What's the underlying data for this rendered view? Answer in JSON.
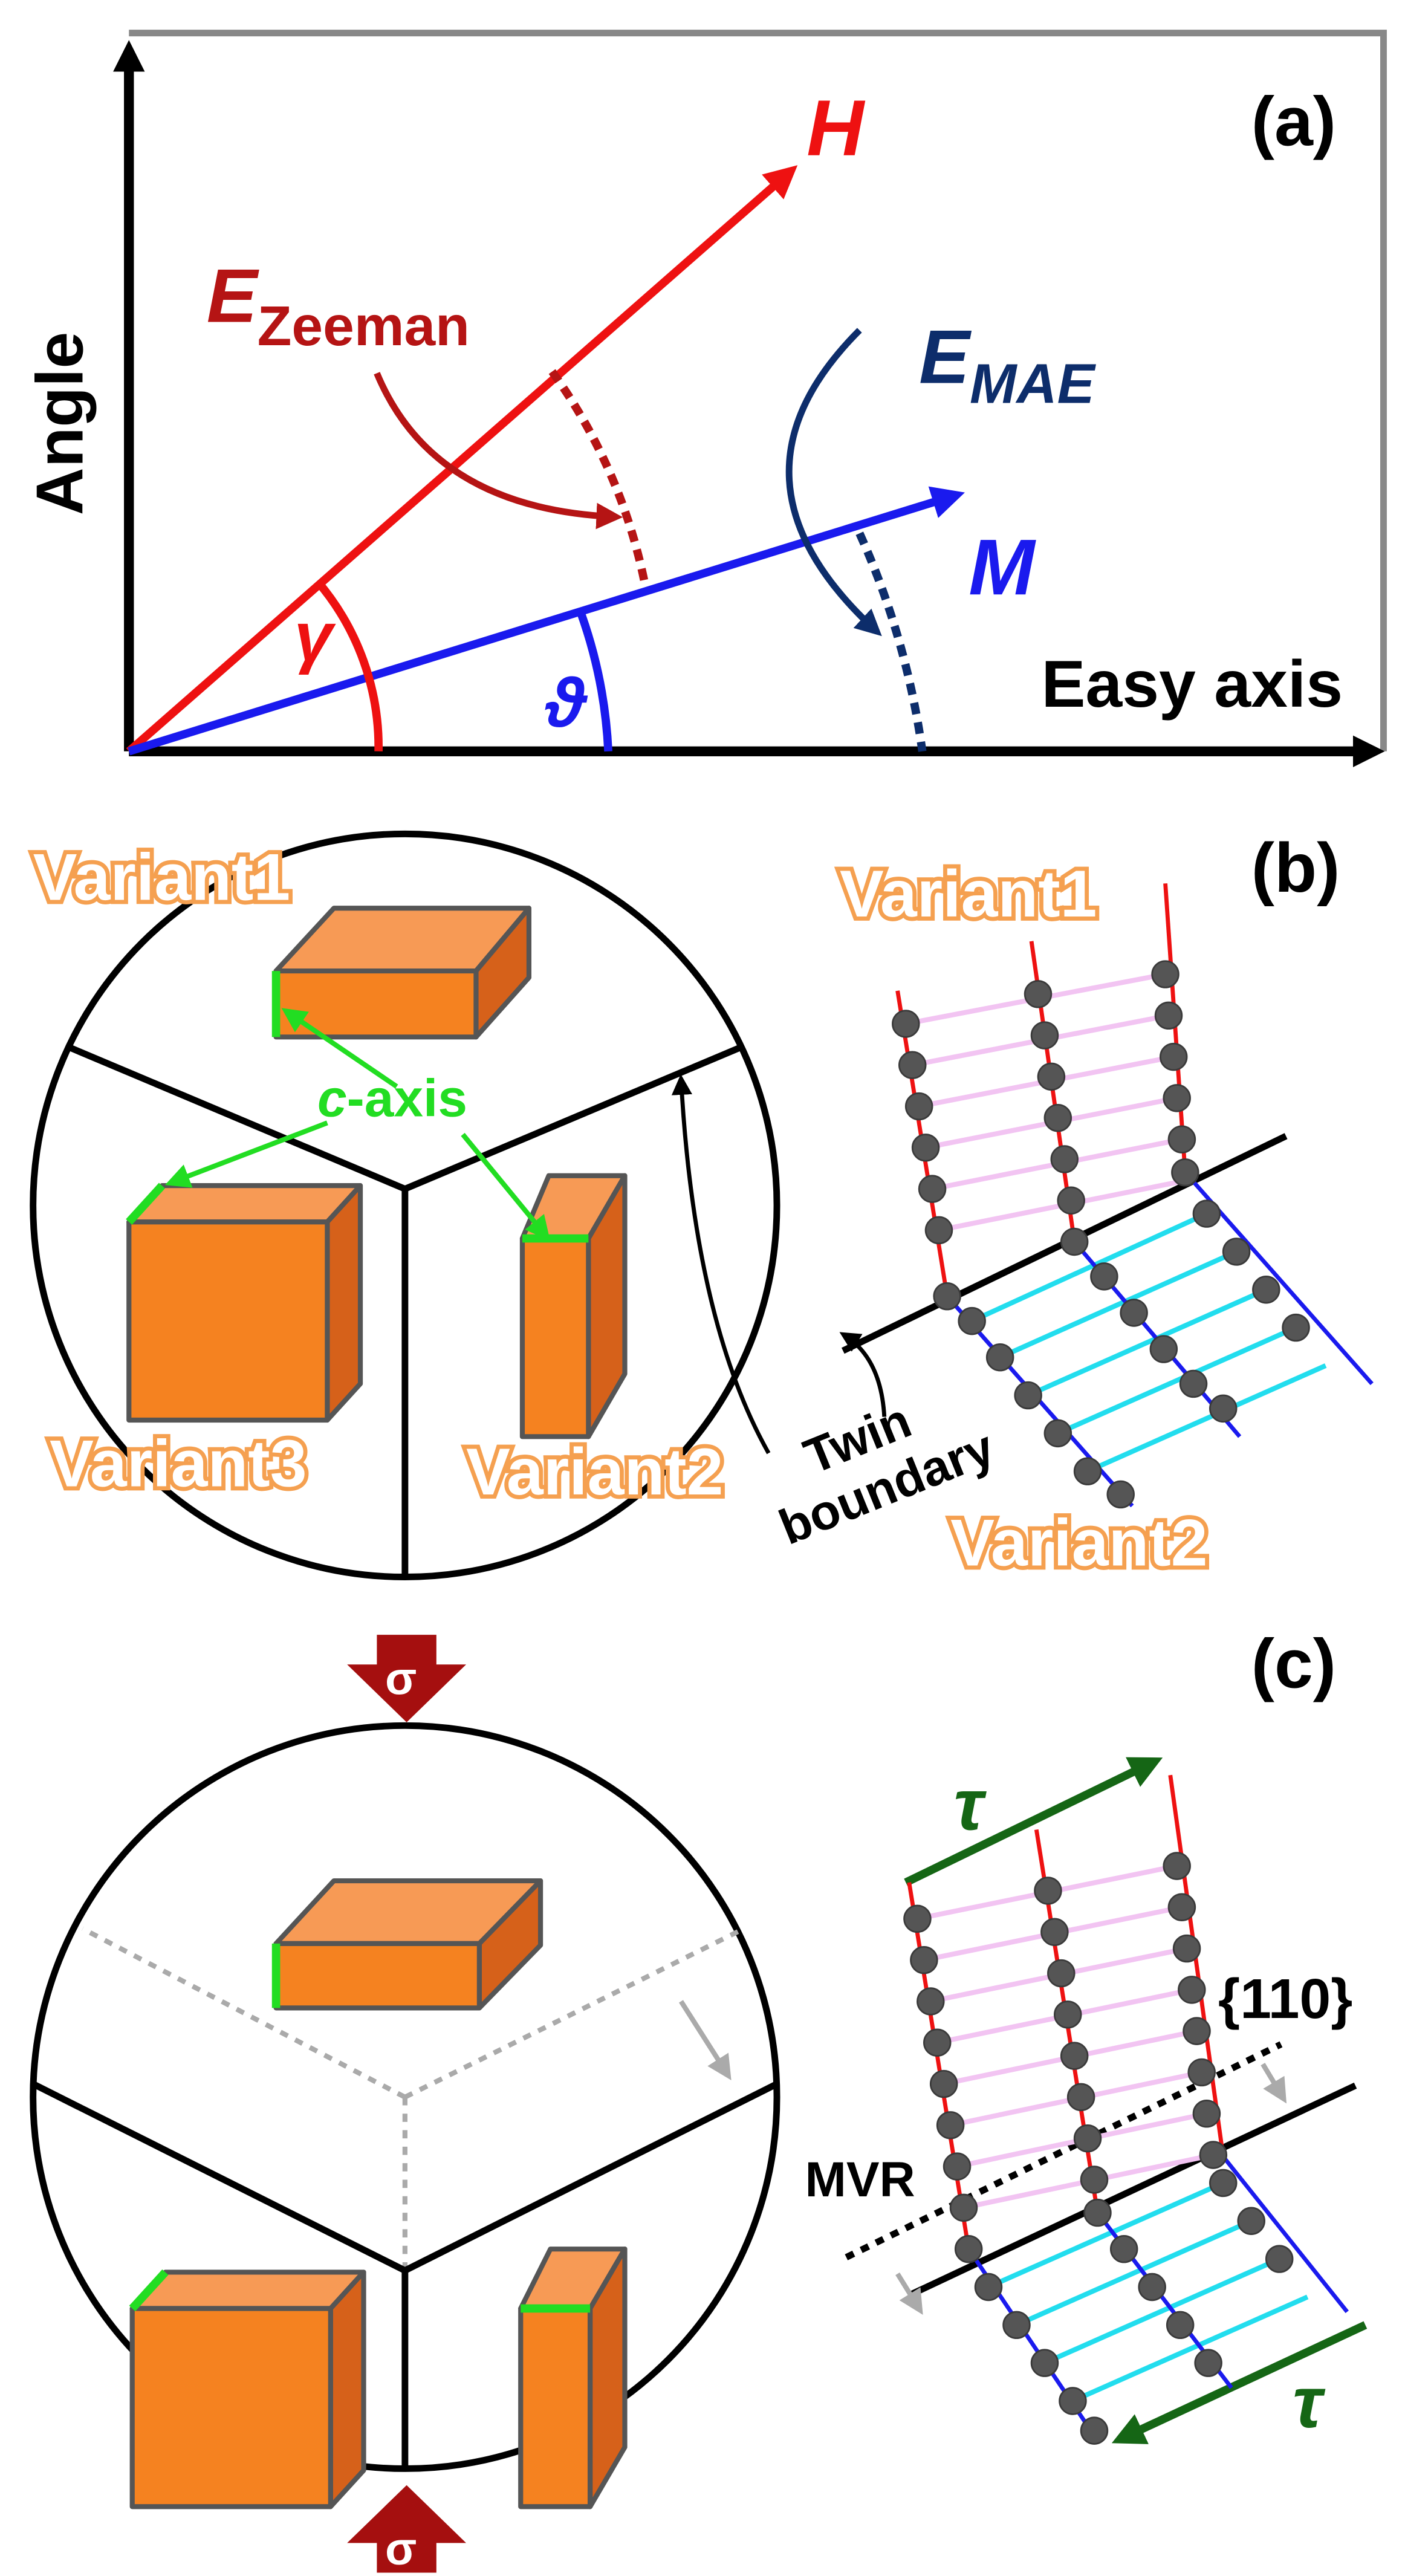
{
  "panel_a": {
    "label": "(a)",
    "vector_h": "H",
    "vector_m": "M",
    "angle_gamma": "γ",
    "angle_theta": "ϑ",
    "zeeman_main": "E",
    "zeeman_sub": "Zeeman",
    "mae_main": "E",
    "mae_sub": "MAE",
    "y_axis": "Angle",
    "x_axis": "Easy axis",
    "colors": {
      "field": "#ee1111",
      "magnetization": "#1a1aee",
      "zeeman": "#b51414",
      "mae": "#0d2d6b"
    }
  },
  "panel_b": {
    "label": "(b)",
    "variant1": "Variant1",
    "variant2": "Variant2",
    "variant3": "Variant3",
    "caxis_italic": "c",
    "caxis_rest": "-axis",
    "twin_line1": "Twin",
    "twin_line2": "boundary",
    "lattice_variant1": "Variant1",
    "lattice_variant2": "Variant2",
    "colors": {
      "block": "#f58220",
      "block_top": "#f79a55",
      "block_side": "#d6611a",
      "caxis": "#22dd22",
      "bond_v1": "#f2c4f2",
      "bond_v2": "#22ddee",
      "atom": "#555555"
    }
  },
  "panel_c": {
    "label": "(c)",
    "stress_top": "σ",
    "stress_bottom": "σ",
    "shear_top": "τ",
    "shear_bottom": "τ",
    "plane": "{110}",
    "mvr": "MVR",
    "colors": {
      "stress_arrow": "#a50f0f",
      "shear": "#156615"
    }
  }
}
